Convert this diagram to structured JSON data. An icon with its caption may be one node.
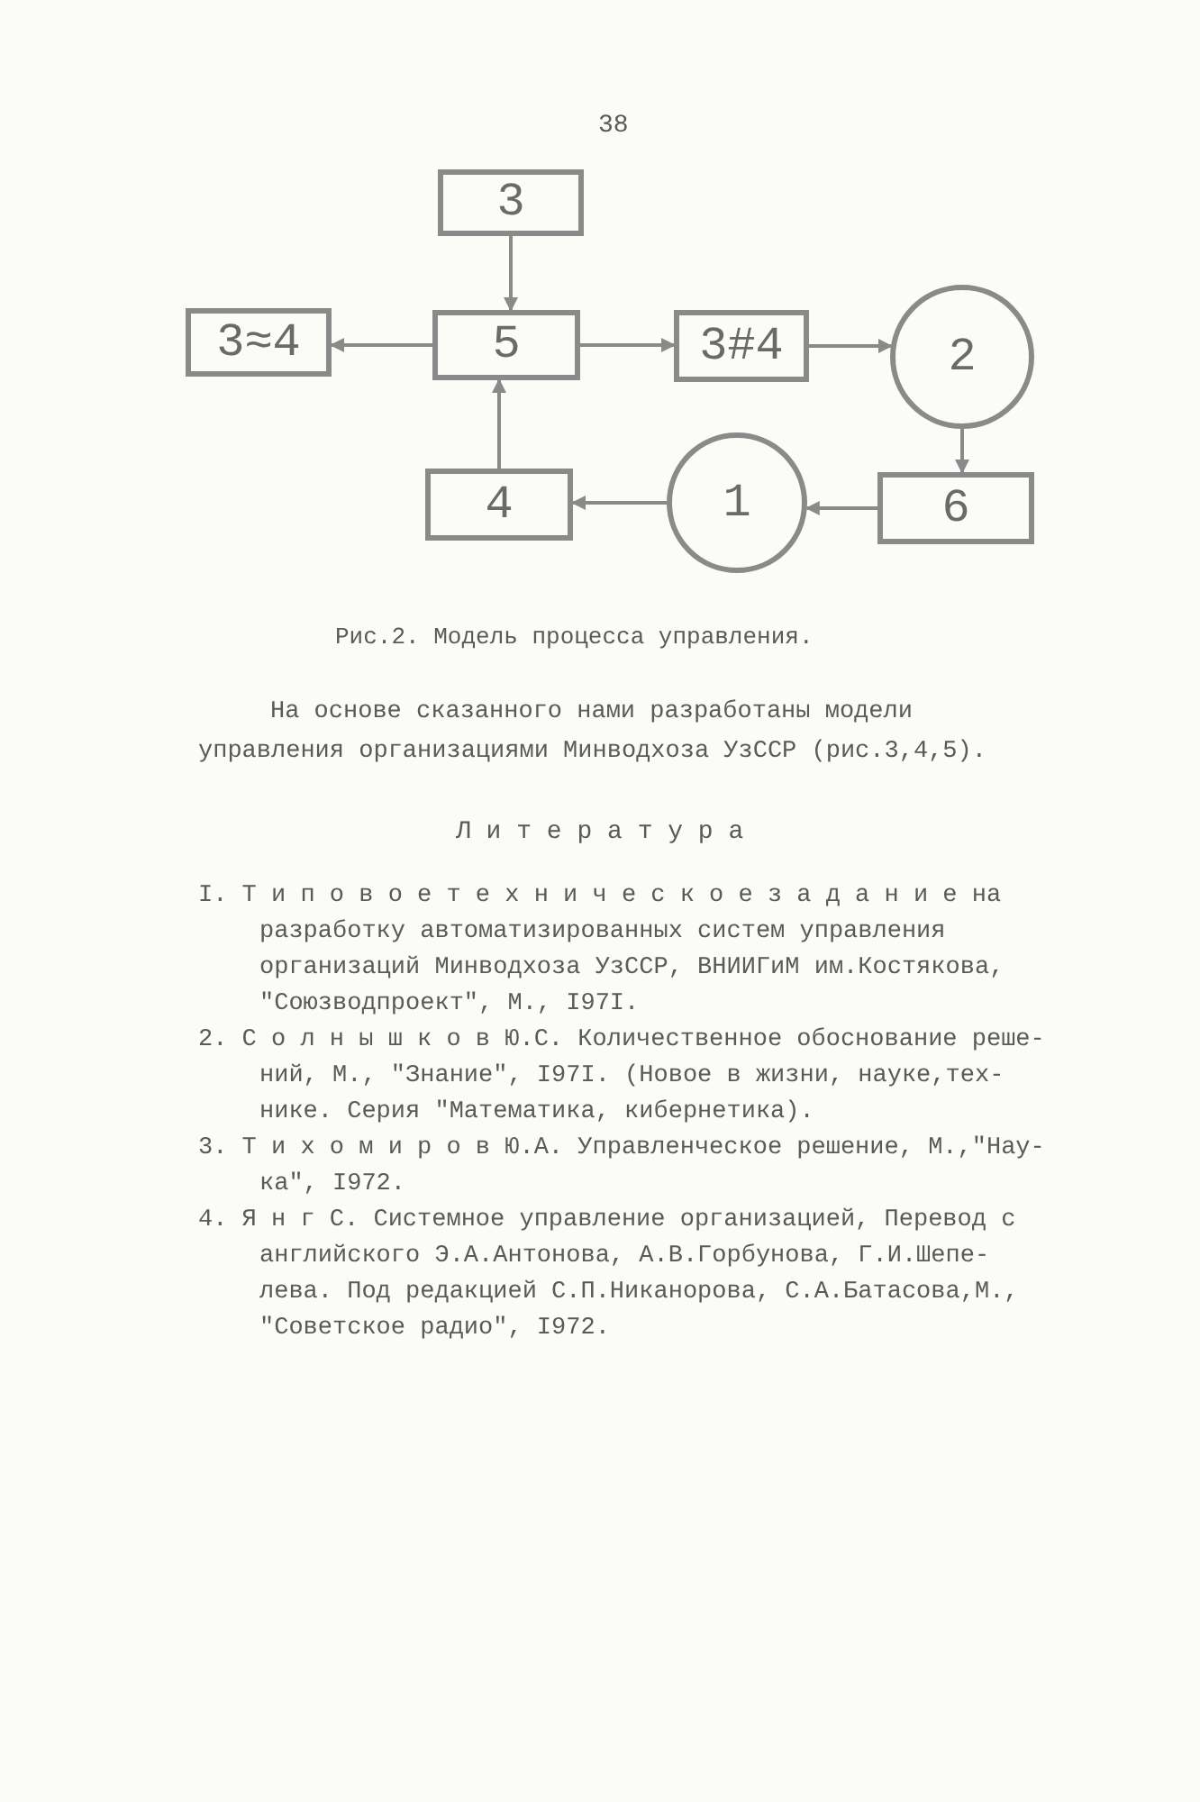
{
  "diagram": {
    "caption": "Рис.2. Модель процесса управления.",
    "nodes": [
      {
        "text": [
          "3"
        ]
      },
      {
        "text": [
          "3≈4"
        ]
      },
      {
        "text": [
          "5"
        ]
      },
      {
        "text": [
          "3#4"
        ]
      },
      {
        "text": [
          "2"
        ]
      },
      {
        "text": [
          "4"
        ]
      },
      {
        "text": [
          "1"
        ]
      },
      {
        "text": [
          "6"
        ]
      }
    ],
    "edges": [
      {
        "from": 0,
        "to": 2,
        "arrow": "to"
      },
      {
        "from": 2,
        "to": 1,
        "arrow": "to"
      },
      {
        "from": 2,
        "to": 3,
        "arrow": "to"
      },
      {
        "from": 3,
        "to": 4,
        "arrow": "to"
      },
      {
        "from": 4,
        "to": 7,
        "arrow": "to"
      },
      {
        "from": 7,
        "to": 6,
        "arrow": "to"
      },
      {
        "from": 6,
        "to": 5,
        "arrow": "to"
      },
      {
        "from": 5,
        "to": 2,
        "arrow": "to"
      }
    ],
    "labels": [
      "38",
      "На основе сказанного нами разработаны модели управления организациями Минводхоза УзССР (рис.3,4,5).",
      "Л и т е р а т у р а",
      "I. Т и п о в о е т е х н и ч е с к о е з а д а н и е на разработку автоматизированных систем управления организаций Минводхоза УзССР, ВНИИГиМ им.Костякова, \"Союзводпроект\", М., I97I.",
      "2. С о л н ы ш к о в Ю.С. Количественное обоснование реше- ний, М., \"Знание\", I97I. (Новое в жизни, науке,тех- нике. Серия \"Математика, кибернетика).",
      "3. Т и х о м и р о в Ю.А. Управленческое решение, М.,\"Нау- ка\", I972.",
      "4. Я н г С. Системное управление организацией, Перевод с английского Э.А.Антонова, А.В.Горбунова, Г.И.Шепе- лева. Под редакцией С.П.Никанорова, С.А.Батасова,М., \"Советское радио\", I972."
    ]
  }
}
